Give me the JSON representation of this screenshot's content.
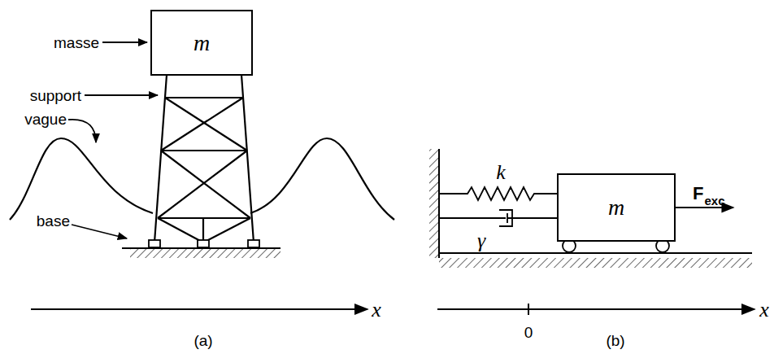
{
  "diagram": {
    "nodes": [
      {
        "text": [
          "m"
        ]
      },
      {
        "text": [
          "m"
        ]
      }
    ],
    "labels": [
      "masse",
      "support",
      "vague",
      "base",
      "x",
      "(a)",
      "k",
      "γ",
      "F",
      "exc",
      "0",
      "x",
      "(b)"
    ]
  }
}
